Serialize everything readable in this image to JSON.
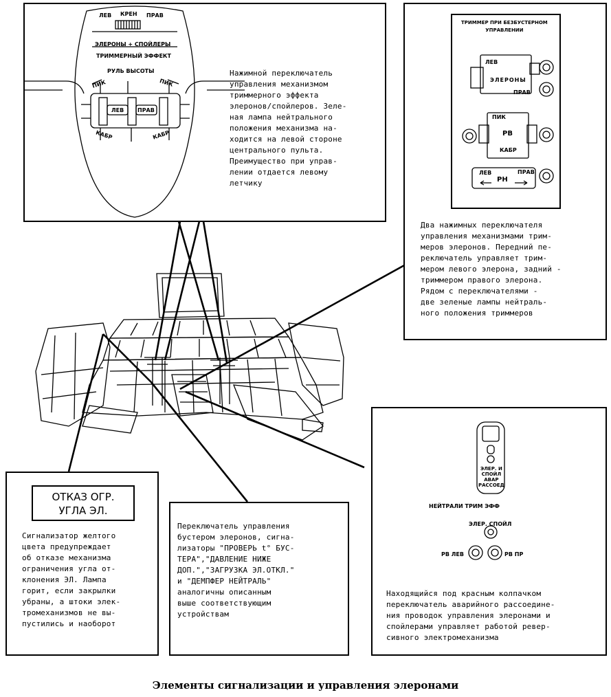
{
  "caption": "Элементы сигнализации и управления элеронами",
  "box_top_left": {
    "panel_labels": {
      "lev": "ЛЕВ",
      "kren": "КРЕН",
      "prav": "ПРАВ",
      "line1": "ЭЛЕРОНЫ + СПОЙЛЕРЫ",
      "line2": "ТРИММЕРНЫЙ ЭФФЕКТ",
      "line3": "РУЛЬ ВЫСОТЫ",
      "pik_left": "ПИК",
      "pik_right": "ПИК",
      "btn_lev": "ЛЕВ",
      "btn_prav": "ПРАВ",
      "kabr_left": "КАБР",
      "kabr_right": "КАБР"
    },
    "description": "Нажимной переключатель\nуправления механизмом\nтриммерного эффекта\nэлеронов/спойлеров. Зеле-\nная лампа нейтрального\nположения механизма на-\nходится на левой стороне\nцентрального пульта.\nПреимущество при управ-\nлении отдается левому\nлетчику"
  },
  "box_top_right": {
    "panel_title": "ТРИММЕР ПРИ БЕЗБУСТЕРНОМ\nУПРАВЛЕНИИ",
    "labels": {
      "lev": "ЛЕВ",
      "elerony": "ЭЛЕРОНЫ",
      "prav": "ПРАВ",
      "pik": "ПИК",
      "rv": "РВ",
      "kabr": "КАБР",
      "rn_lev": "ЛЕВ",
      "rn_prav": "ПРАВ",
      "rn": "РН"
    },
    "description": "Два нажимных переключателя\nуправления механизмами трим-\nмеров элеронов. Передний пе-\nреключатель управляет трим-\nмером левого элерона, задний -\nтриммером правого элерона.\nРядом с переключателями -\nдве зеленые лампы нейтраль-\nного положения триммеров"
  },
  "box_bottom_left": {
    "indicator_line1": "ОТКАЗ ОГР.",
    "indicator_line2": "УГЛА ЭЛ.",
    "description": "Сигнализатор желтого\nцвета предупреждает\nоб отказе механизма\nограничения угла от-\nклонения ЭЛ. Лампа\nгорит, если закрылки\nубраны, а штоки элек-\nтромеханизмов не вы-\nпустились и наоборот"
  },
  "box_bottom_mid": {
    "description": "Переключатель управления\nбустером элеронов, сигна-\nлизаторы \"ПРОВЕРЬ t° БУС-\nТЕРА\",\"ДАВЛЕНИЕ НИЖЕ\nДОП.\",\"ЗАГРУЗКА ЭЛ.ОТКЛ.\"\nи \"ДЕМПФЕР НЕЙТРАЛЬ\"\nаналогичны описанным\nвыше соответствующим\nустройствам"
  },
  "box_bottom_right": {
    "switch_label": "ЭЛЕР. И\nСПОЙЛ\nАВАР\nРАССОЕД",
    "neutral_label": "НЕЙТРАЛИ ТРИМ ЭФФ",
    "eler_spoil": "ЭЛЕР. СПОЙЛ",
    "rv_lev": "РВ ЛЕВ",
    "rv_pr": "РВ ПР",
    "description": "Находящийся под красным колпачком\nпереключатель аварийного рассоедине-\nния проводок управления элеронами и\nспойлерами управляет работой ревер-\nсивного электромеханизма"
  }
}
